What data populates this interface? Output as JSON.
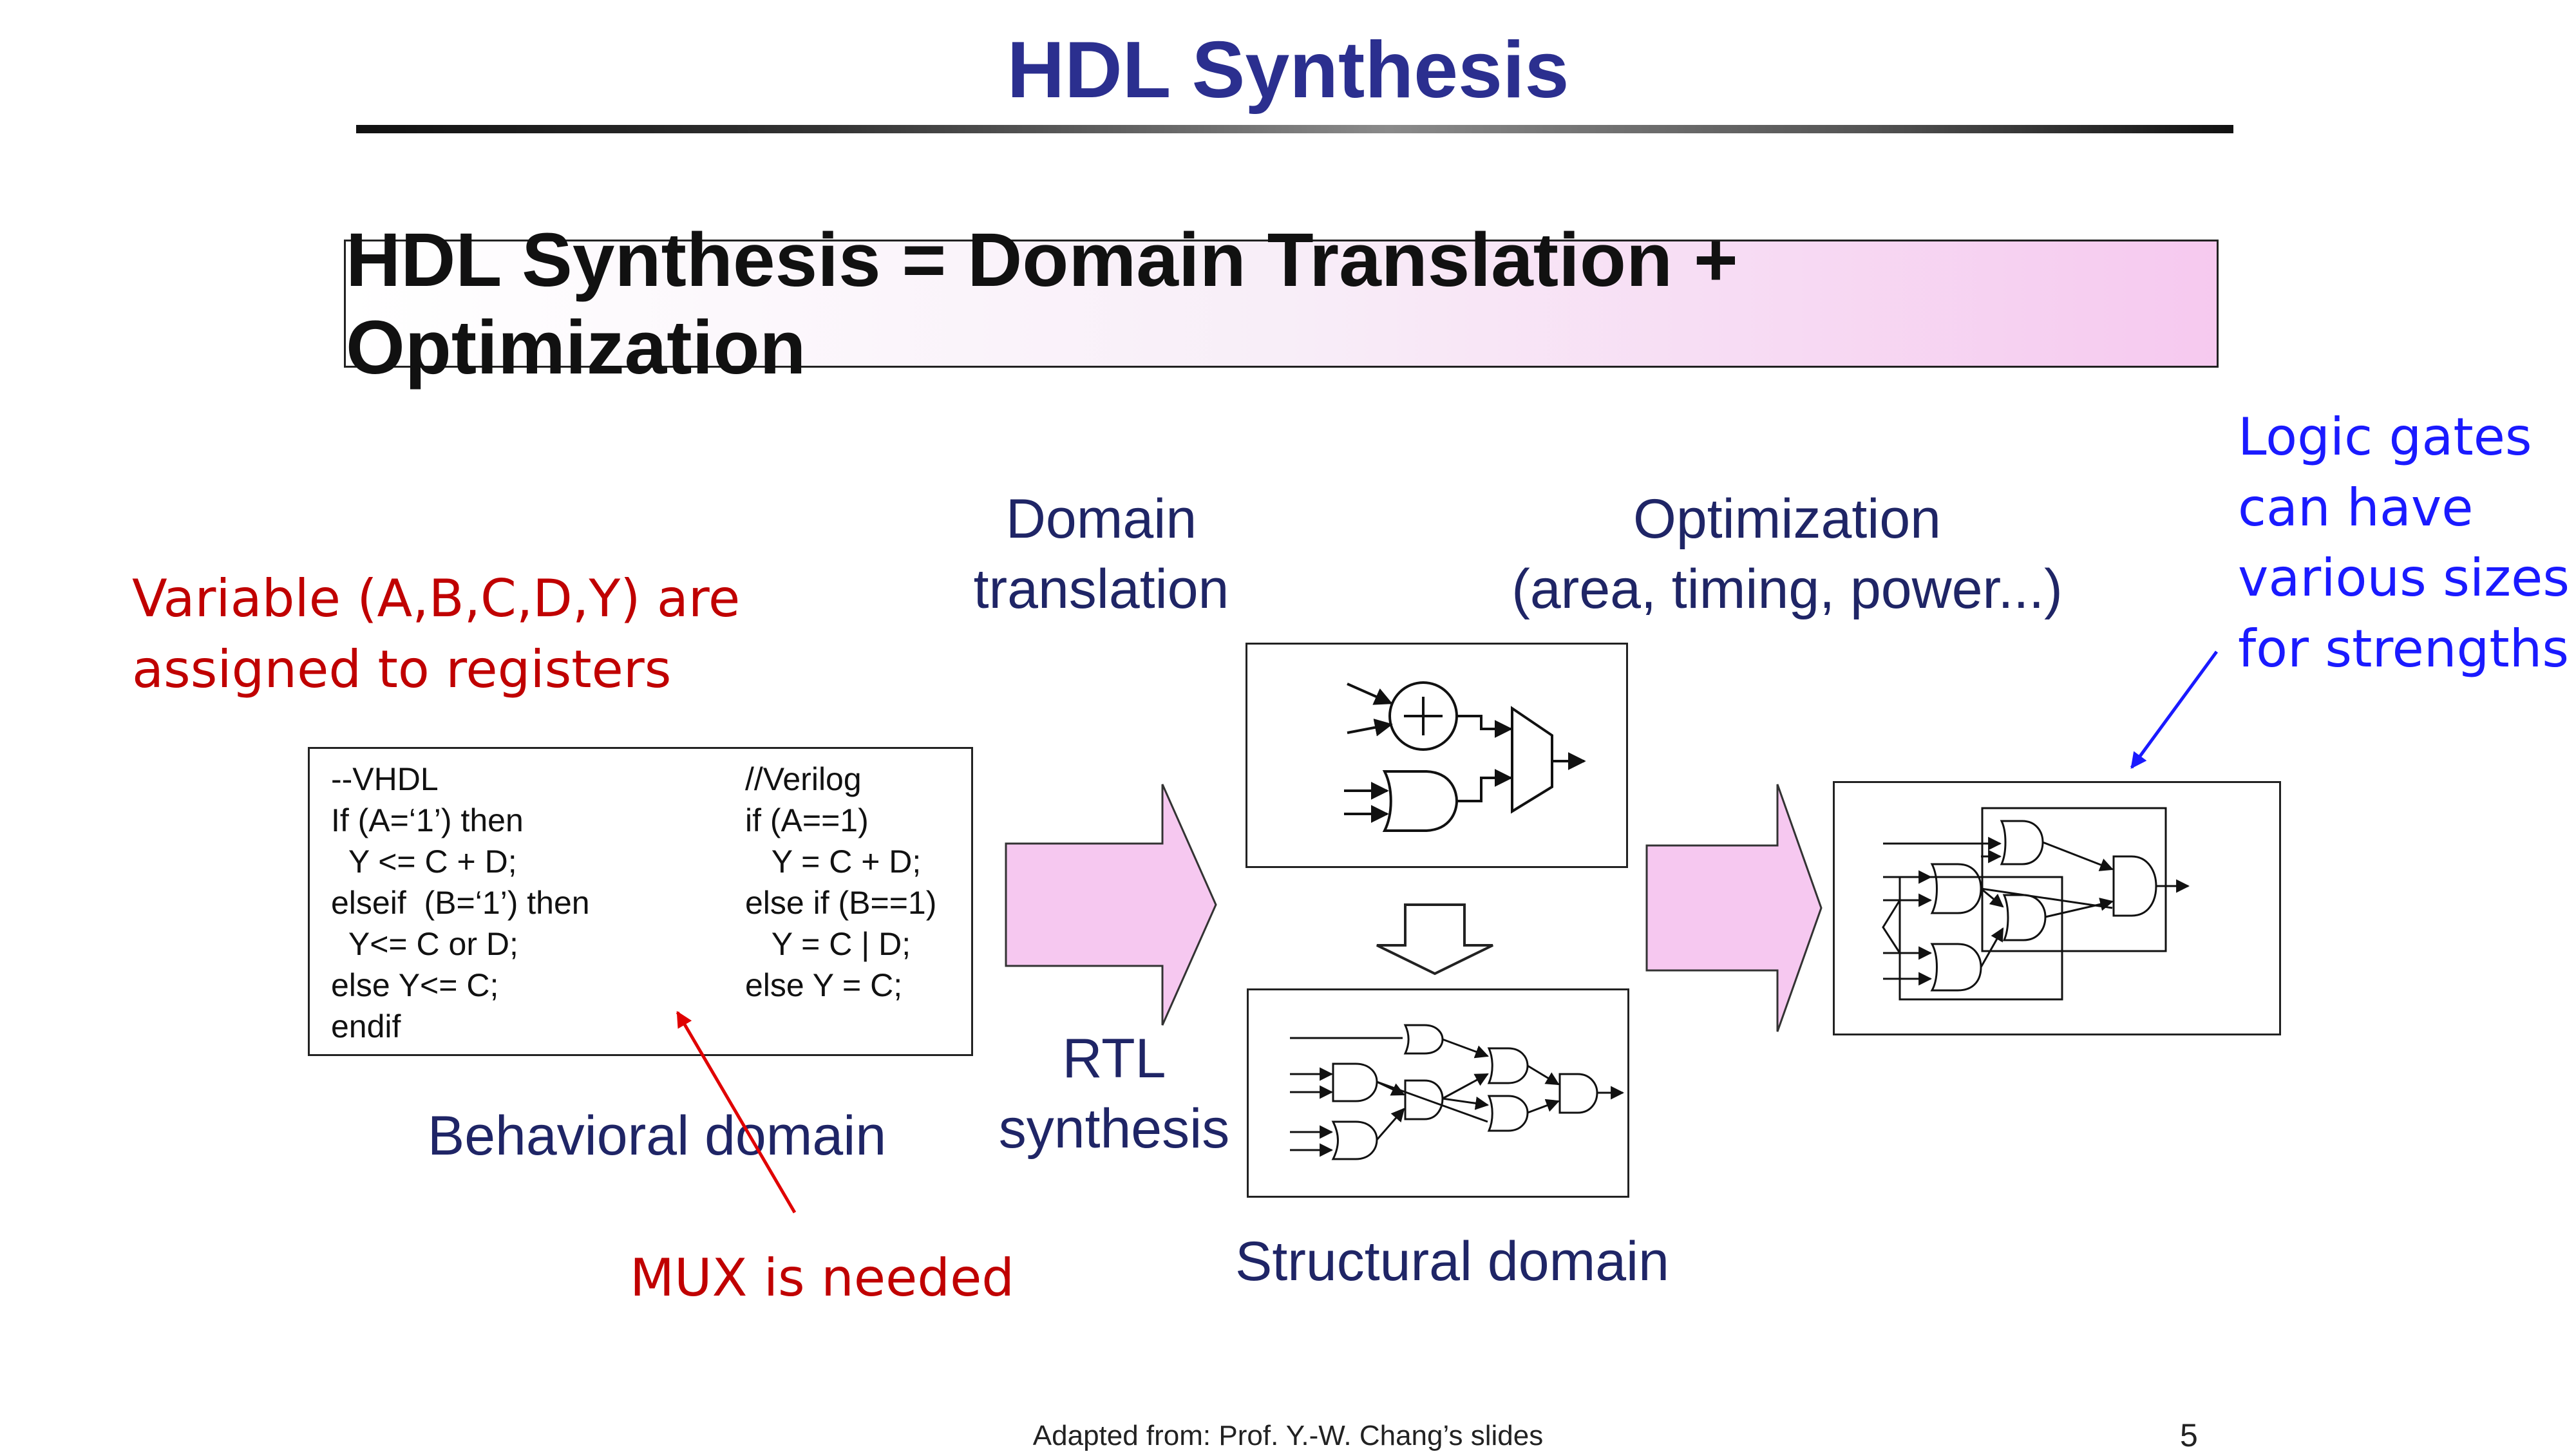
{
  "slide": {
    "title": "HDL Synthesis",
    "equation": "HDL Synthesis = Domain Translation + Optimization",
    "footer": "Adapted from: Prof. Y.-W. Chang’s slides",
    "page_number": "5"
  },
  "labels": {
    "domain_translation": [
      "Domain",
      "translation"
    ],
    "optimization": [
      "Optimization",
      "(area, timing, power...)"
    ],
    "rtl_synthesis": [
      "RTL",
      "synthesis"
    ],
    "behavioral_domain": "Behavioral domain",
    "structural_domain": "Structural domain"
  },
  "annotations": {
    "registers_note": [
      "Variable (A,B,C,D,Y) are",
      "assigned to registers"
    ],
    "mux_note": "MUX is needed",
    "gates_note": [
      "Logic gates",
      "can have",
      "various sizes",
      "for strengths"
    ]
  },
  "code": {
    "vhdl": [
      "--VHDL",
      "If (A=‘1’) then",
      "  Y <= C + D;",
      "elseif  (B=‘1’) then",
      "  Y<= C or D;",
      "else Y<= C;",
      "endif"
    ],
    "verilog": [
      "//Verilog",
      "if (A==1)",
      "   Y = C + D;",
      "else if (B==1)",
      "   Y = C | D;",
      "else Y = C;"
    ]
  },
  "colors": {
    "title": "#2b2f8f",
    "navy_label": "#1f2566",
    "red_note": "#c00000",
    "blue_note": "#1a1aff",
    "arrow_fill": "#f6c8f0"
  }
}
